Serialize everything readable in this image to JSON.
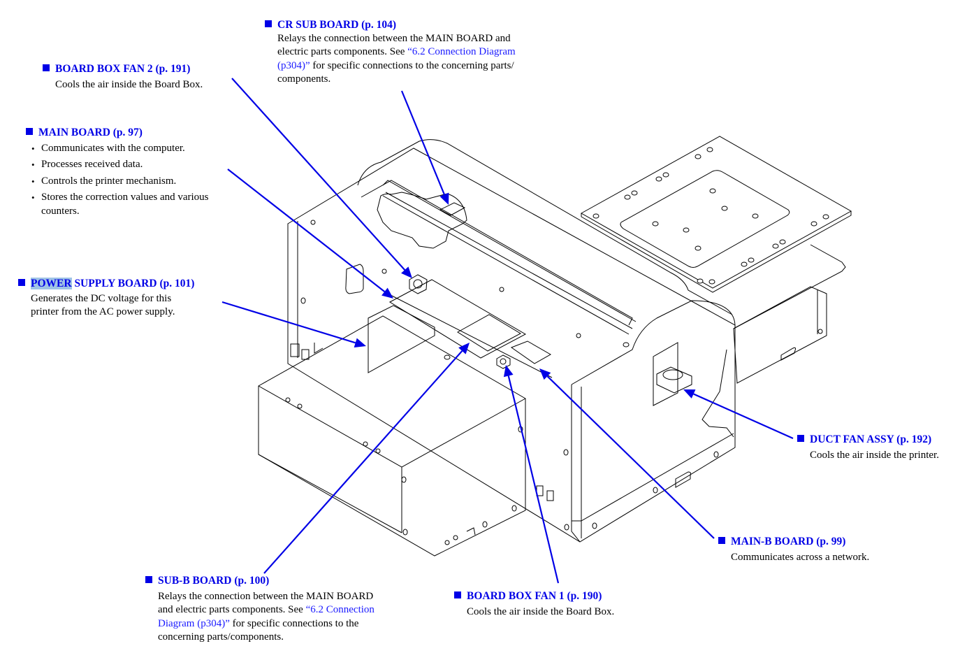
{
  "diagram_title": "Printer electrical components layout",
  "colors": {
    "callout_blue": "#0000e6",
    "link_blue": "#1a1aff",
    "highlight": "#9fc3e6",
    "main_board": "#fefdd0",
    "power_supply_board": "#dcfafc",
    "sub_b_board": "#d8f7b0",
    "main_b_board": "#f8dcf8",
    "cr_sub_board": "#40e8b0",
    "fan_orange": "#f0b070",
    "board_box_fan1": "#b8e0f8",
    "duct_fan": "#f4b898"
  },
  "callouts": {
    "cr_sub_board": {
      "title": "CR SUB BOARD (p. 104)",
      "lines": [
        {
          "text": "Relays the connection between the MAIN BOARD and"
        },
        {
          "pre": "electric parts components. See ",
          "link": "“6.2 Connection Diagram"
        },
        {
          "link": "(p304)”",
          "post": " for specific connections to the concerning parts/"
        },
        {
          "text": "components."
        }
      ]
    },
    "board_box_fan_2": {
      "title": "BOARD BOX FAN 2 (p. 191)",
      "desc": "Cools the air inside the Board Box."
    },
    "main_board": {
      "title": "MAIN BOARD (p. 97)",
      "bullets": [
        "Communicates with the computer.",
        "Processes received data.",
        "Controls the printer mechanism.",
        "Stores the correction values and various counters."
      ]
    },
    "power_supply_board": {
      "title_highlight": "POWER",
      "title_rest": " SUPPLY BOARD (p. 101)",
      "desc_lines": [
        "Generates the DC voltage for this",
        "printer from the AC power supply."
      ]
    },
    "duct_fan_assy": {
      "title": "DUCT FAN ASSY (p. 192)",
      "desc": "Cools the air inside the printer."
    },
    "main_b_board": {
      "title": "MAIN-B BOARD (p. 99)",
      "desc": "Communicates across a  network."
    },
    "sub_b_board": {
      "title": "SUB-B BOARD (p. 100)",
      "lines": [
        {
          "text": "Relays the connection between the MAIN BOARD"
        },
        {
          "pre": "and electric parts components. See ",
          "link": "“6.2 Connection"
        },
        {
          "link": "Diagram (p304)”",
          "post": " for specific connections to the"
        },
        {
          "text": "concerning parts/components."
        }
      ]
    },
    "board_box_fan_1": {
      "title": "BOARD BOX FAN 1 (p. 190)",
      "desc": "Cools the air inside the Board Box."
    }
  }
}
